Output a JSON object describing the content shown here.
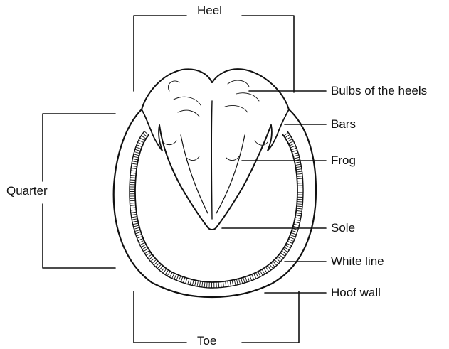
{
  "labels": {
    "heel": "Heel",
    "toe": "Toe",
    "quarter": "Quarter",
    "bulbs_of_the_heels": "Bulbs of the heels",
    "bars": "Bars",
    "frog": "Frog",
    "sole": "Sole",
    "white_line": "White line",
    "hoof_wall": "Hoof wall"
  },
  "colors": {
    "ink": "#111111",
    "background": "#ffffff"
  }
}
